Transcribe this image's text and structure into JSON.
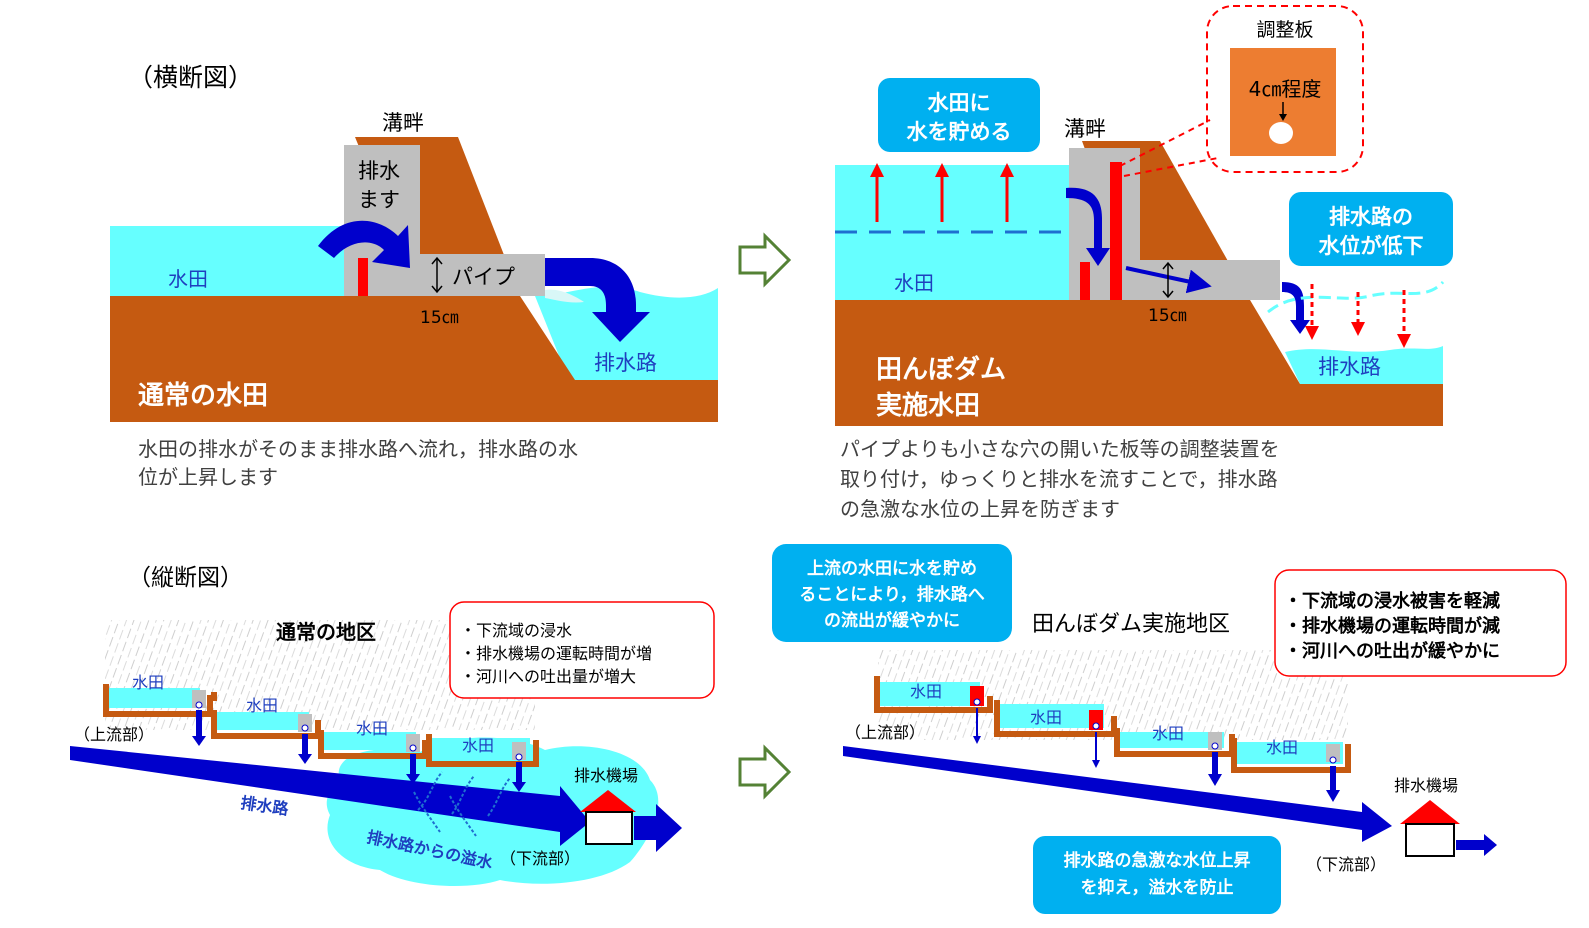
{
  "cross_section": {
    "heading": "（横断図）",
    "normal": {
      "title": "通常の水田",
      "ridge_label": "溝畔",
      "box_label_1": "排水",
      "box_label_2": "ます",
      "paddy_label": "水田",
      "pipe_label": "パイプ",
      "pipe_height": "15㎝",
      "channel_label": "排水路",
      "caption_1": "水田の排水がそのまま排水路へ流れ，排水路の水",
      "caption_2": "位が上昇します"
    },
    "dam": {
      "title_1": "田んぼダム",
      "title_2": "実施水田",
      "ridge_label": "溝畔",
      "paddy_label": "水田",
      "pipe_height": "15㎝",
      "channel_label": "排水路",
      "store_callout_1": "水田に",
      "store_callout_2": "水を貯める",
      "lower_callout_1": "排水路の",
      "lower_callout_2": "水位が低下",
      "plate_title": "調整板",
      "plate_hole_label": "4㎝程度",
      "caption_1": "パイプよりも小さな穴の開いた板等の調整装置を",
      "caption_2": "取り付け，ゆっくりと排水を流すことで，排水路",
      "caption_3": "の急激な水位の上昇を防ぎます"
    }
  },
  "longitudinal": {
    "heading": "（縦断図）",
    "normal": {
      "title": "通常の地区",
      "paddies": [
        "水田",
        "水田",
        "水田",
        "水田"
      ],
      "upstream": "（上流部）",
      "downstream": "（下流部）",
      "channel_label": "排水路",
      "overflow_label": "排水路からの溢水",
      "pump_label": "排水機場",
      "effects": [
        "・下流域の浸水",
        "・排水機場の運転時間が増",
        "・河川への吐出量が増大"
      ]
    },
    "dam": {
      "title": "田んぼダム実施地区",
      "paddies": [
        "水田",
        "水田",
        "水田",
        "水田"
      ],
      "upstream": "（上流部）",
      "downstream": "（下流部）",
      "pump_label": "排水機場",
      "top_callout": [
        "上流の水田に水を貯め",
        "ることにより，排水路へ",
        "の流出が緩やかに"
      ],
      "bottom_callout": [
        "排水路の急激な水位上昇",
        "を抑え，溢水を防止"
      ],
      "effects": [
        "・下流域の浸水被害を軽減",
        "・排水機場の運転時間が減",
        "・河川への吐出が緩やかに"
      ]
    }
  },
  "colors": {
    "soil": "#c55a11",
    "water": "#66ffff",
    "callout": "#00b0f0",
    "arrow_blue": "#0000cc",
    "arrow_red": "#ff0000",
    "box_gray": "#bfbfbf",
    "plate": "#ed7d31",
    "transition_arrow": "#548235"
  }
}
